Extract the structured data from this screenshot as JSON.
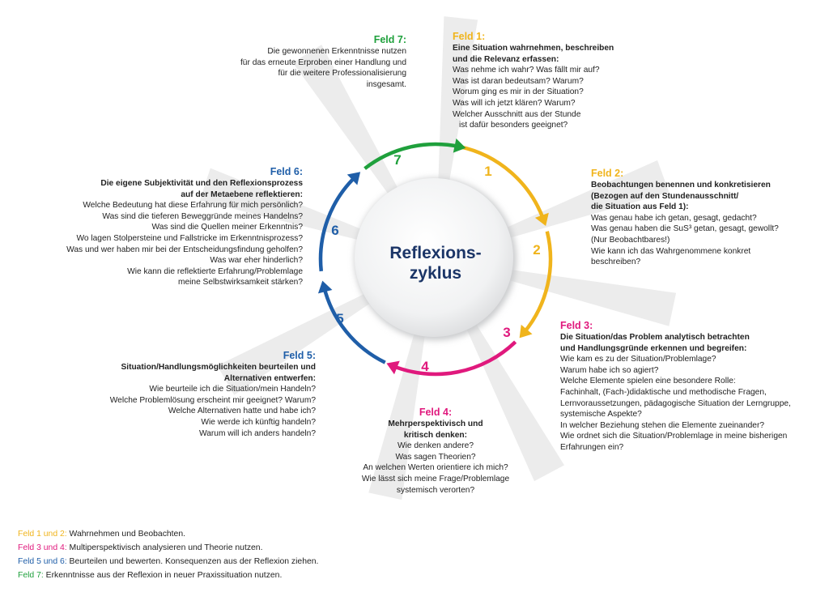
{
  "center_title": [
    "Reflexions-",
    "zyklus"
  ],
  "colors": {
    "yellow": "#f0b41c",
    "magenta": "#e0197d",
    "blue": "#1f5ea8",
    "green": "#1fa03c",
    "navy": "#1b3567"
  },
  "step_numbers": [
    "1",
    "2",
    "3",
    "4",
    "5",
    "6",
    "7"
  ],
  "felder": [
    {
      "title": "Feld 1:",
      "color": "yellow",
      "subtitle": [
        "Eine Situation wahrnehmen, beschreiben",
        "und die Relevanz erfassen:"
      ],
      "questions": [
        "Was nehme ich wahr? Was fällt mir auf?",
        "Was ist daran bedeutsam? Warum?",
        "Worum ging es mir in der Situation?",
        "Was will ich jetzt klären? Warum?",
        "Welcher Ausschnitt aus der Stunde",
        "ist dafür besonders geeignet?"
      ]
    },
    {
      "title": "Feld 2:",
      "color": "yellow",
      "subtitle": [
        "Beobachtungen benennen und konkretisieren",
        "(Bezogen auf den Stundenausschnitt/",
        "die Situation aus Feld 1):"
      ],
      "questions": [
        "Was genau habe ich getan, gesagt, gedacht?",
        "Was genau haben die SuS³ getan, gesagt, gewollt?",
        "(Nur Beobachtbares!)",
        "Wie kann ich das Wahrgenommene konkret",
        "beschreiben?"
      ]
    },
    {
      "title": "Feld 3:",
      "color": "magenta",
      "subtitle": [
        "Die Situation/das Problem analytisch betrachten",
        "und Handlungsgründe erkennen und begreifen:"
      ],
      "questions": [
        "Wie kam es zu der Situation/Problemlage?",
        "Warum habe ich so agiert?",
        "Welche Elemente spielen eine besondere Rolle:",
        "Fachinhalt, (Fach-)didaktische und methodische Fragen,",
        "Lernvoraussetzungen, pädagogische Situation der Lerngruppe,",
        "systemische Aspekte?",
        "In welcher Beziehung stehen die Elemente zueinander?",
        "Wie ordnet sich die Situation/Problemlage in meine bisherigen",
        "Erfahrungen ein?"
      ]
    },
    {
      "title": "Feld 4:",
      "color": "magenta",
      "subtitle": [
        "Mehrperspektivisch und",
        "kritisch denken:"
      ],
      "questions": [
        "Wie denken andere?",
        "Was sagen Theorien?",
        "An welchen Werten orientiere ich mich?",
        "Wie lässt sich meine Frage/Problemlage",
        "systemisch verorten?"
      ]
    },
    {
      "title": "Feld 5:",
      "color": "blue",
      "subtitle": [
        "Situation/Handlungsmöglichkeiten beurteilen und",
        "Alternativen entwerfen:"
      ],
      "questions": [
        "Wie beurteile ich die Situation/mein Handeln?",
        "Welche Problemlösung erscheint mir geeignet? Warum?",
        "Welche Alternativen hatte und habe ich?",
        "Wie werde ich künftig handeln?",
        "Warum will ich anders handeln?"
      ]
    },
    {
      "title": "Feld 6:",
      "color": "blue",
      "subtitle": [
        "Die eigene Subjektivität und den Reflexionsprozess",
        "auf der Metaebene reflektieren:"
      ],
      "questions": [
        "Welche Bedeutung hat diese Erfahrung für mich persönlich?",
        "Was sind die tieferen Beweggründe meines Handelns?",
        "Was sind die Quellen meiner Erkenntnis?",
        "Wo lagen Stolpersteine und Fallstricke im Erkenntnisprozess?",
        "Was und wer haben mir bei der Entscheidungsfindung geholfen?",
        "Was war eher hinderlich?",
        "Wie kann die reflektierte Erfahrung/Problemlage",
        "meine Selbstwirksamkeit stärken?"
      ]
    },
    {
      "title": "Feld 7:",
      "color": "green",
      "subtitle": [],
      "questions": [
        "Die gewonnenen Erkenntnisse nutzen",
        "für das erneute Erproben einer Handlung und",
        "für die weitere Professionalisierung",
        "insgesamt."
      ]
    }
  ],
  "legend": [
    {
      "key": "Feld 1 und 2:",
      "color": "yellow",
      "text": "Wahrnehmen und Beobachten."
    },
    {
      "key": "Feld 3 und 4:",
      "color": "magenta",
      "text": "Multiperspektivisch analysieren und Theorie nutzen."
    },
    {
      "key": "Feld 5 und 6:",
      "color": "blue",
      "text": "Beurteilen und bewerten. Konsequenzen aus der Reflexion ziehen."
    },
    {
      "key": "Feld 7:",
      "color": "green",
      "text": "Erkenntnisse aus der Reflexion in neuer Praxissituation nutzen."
    }
  ]
}
